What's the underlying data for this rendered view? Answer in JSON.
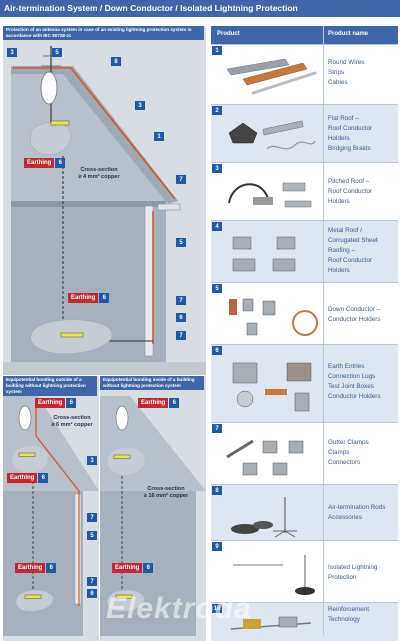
{
  "header": {
    "title": "Air-termination System / Down Conductor / Isolated Lightning Protection"
  },
  "main_panel": {
    "caption": "Protection of an antenna system in case of an existing lightning protection system in accordance with IEC 60728-11",
    "badges": [
      "3",
      "5",
      "8",
      "3",
      "1",
      "7",
      "5",
      "7",
      "6",
      "7"
    ],
    "earthing_1": {
      "label": "Earthing",
      "num": "6"
    },
    "earthing_2": {
      "label": "Earthing",
      "num": "6"
    },
    "cross_section": "Cross-section\n≥ 4 mm² copper"
  },
  "bottom_left": {
    "caption": "Equipotential bonding outside of a building without lightning protection system",
    "earthing_a": {
      "label": "Earthing",
      "num": "6"
    },
    "earthing_b": {
      "label": "Earthing",
      "num": "6"
    },
    "earthing_c": {
      "label": "Earthing",
      "num": "6"
    },
    "cross_section": "Cross-section\n≥ 6 mm² copper",
    "badges": [
      "3",
      "7",
      "5",
      "7",
      "6"
    ]
  },
  "bottom_right": {
    "caption": "Equipotential bonding inside of a building without lightning protection system",
    "earthing_a": {
      "label": "Earthing",
      "num": "6"
    },
    "earthing_b": {
      "label": "Earthing",
      "num": "6"
    },
    "cross_section": "Cross-section\n≥ 16 mm² copper"
  },
  "table": {
    "col_product": "Product",
    "col_name": "Product name",
    "rows": [
      {
        "num": "1",
        "lines": [
          "Round Wires",
          "Strips",
          "Cables"
        ]
      },
      {
        "num": "2",
        "lines": [
          "Flat Roof –",
          "Roof Conductor",
          "Holders",
          "Bridging Braids"
        ]
      },
      {
        "num": "3",
        "lines": [
          "Pitched Roof –",
          "Roof Conductor",
          "Holders"
        ]
      },
      {
        "num": "4",
        "lines": [
          "Metal Roof /",
          "Corrugated Sheet",
          "Roofing –",
          "Roof Conductor",
          "Holders"
        ]
      },
      {
        "num": "5",
        "lines": [
          "Down Conductor –",
          "Conductor Holders"
        ]
      },
      {
        "num": "6",
        "lines": [
          "Earth Entries",
          "Connection Lugs",
          "Test Joint Boxes",
          "Conductor Holders"
        ]
      },
      {
        "num": "7",
        "lines": [
          "Gutter Clamps",
          "Clamps",
          "Connectors"
        ]
      },
      {
        "num": "8",
        "lines": [
          "Air-termination Rods",
          "Accessories"
        ]
      },
      {
        "num": "9",
        "lines": [
          "Isolated Lightning",
          "Protection"
        ]
      },
      {
        "num": "10",
        "lines": [
          "Reinforcement",
          "Technology"
        ]
      }
    ]
  },
  "watermark": "Elektroda"
}
